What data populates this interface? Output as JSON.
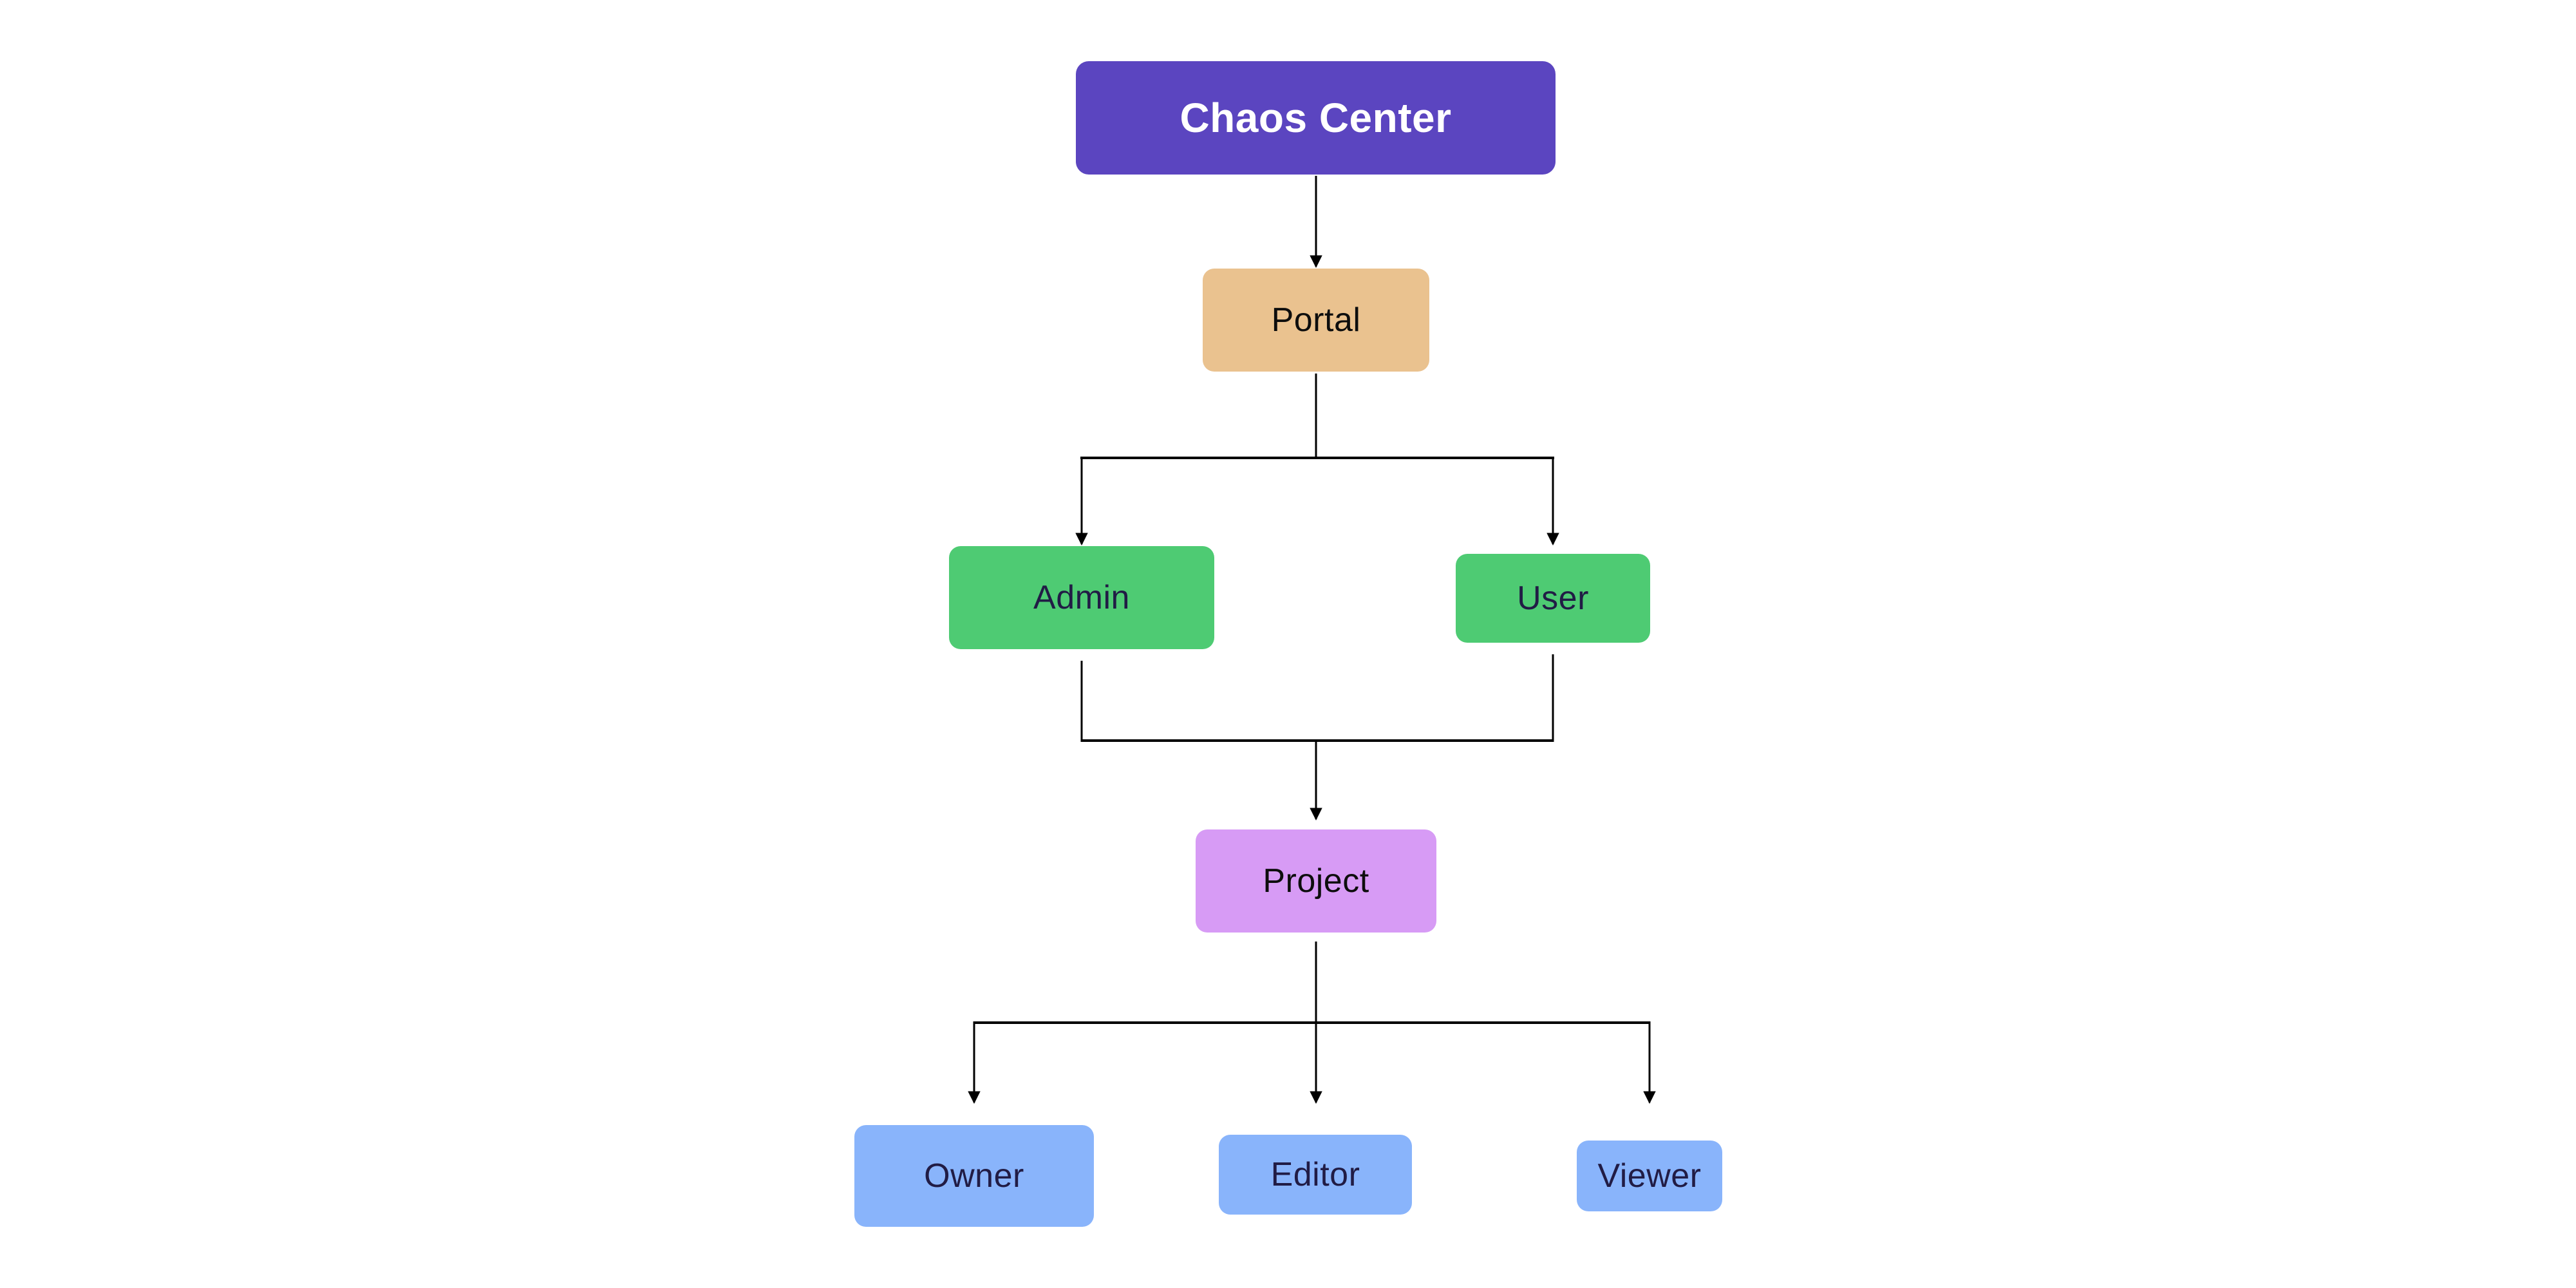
{
  "diagram": {
    "background": "#ffffff",
    "connector_color": "#000000",
    "dark_label_color": "#211c45",
    "black_label_color": "#0d0d0d"
  },
  "nodes": {
    "chaos_center": {
      "label": "Chaos Center",
      "bg": "#5b45c0",
      "fg": "#ffffff"
    },
    "portal": {
      "label": "Portal",
      "bg": "#eac28f",
      "fg": "#0d0d0d"
    },
    "admin": {
      "label": "Admin",
      "bg": "#4ecb73",
      "fg": "#211c45"
    },
    "user": {
      "label": "User",
      "bg": "#4ecb73",
      "fg": "#211c45"
    },
    "project": {
      "label": "Project",
      "bg": "#d79bf5",
      "fg": "#0d0d0d"
    },
    "owner": {
      "label": "Owner",
      "bg": "#89b4fb",
      "fg": "#211c45"
    },
    "editor": {
      "label": "Editor",
      "bg": "#89b4fb",
      "fg": "#211c45"
    },
    "viewer": {
      "label": "Viewer",
      "bg": "#89b4fb",
      "fg": "#211c45"
    }
  },
  "edges": [
    {
      "from": "chaos_center",
      "to": "portal"
    },
    {
      "from": "portal",
      "to": "admin"
    },
    {
      "from": "portal",
      "to": "user"
    },
    {
      "from": "admin",
      "to": "project"
    },
    {
      "from": "user",
      "to": "project"
    },
    {
      "from": "project",
      "to": "owner"
    },
    {
      "from": "project",
      "to": "editor"
    },
    {
      "from": "project",
      "to": "viewer"
    }
  ]
}
